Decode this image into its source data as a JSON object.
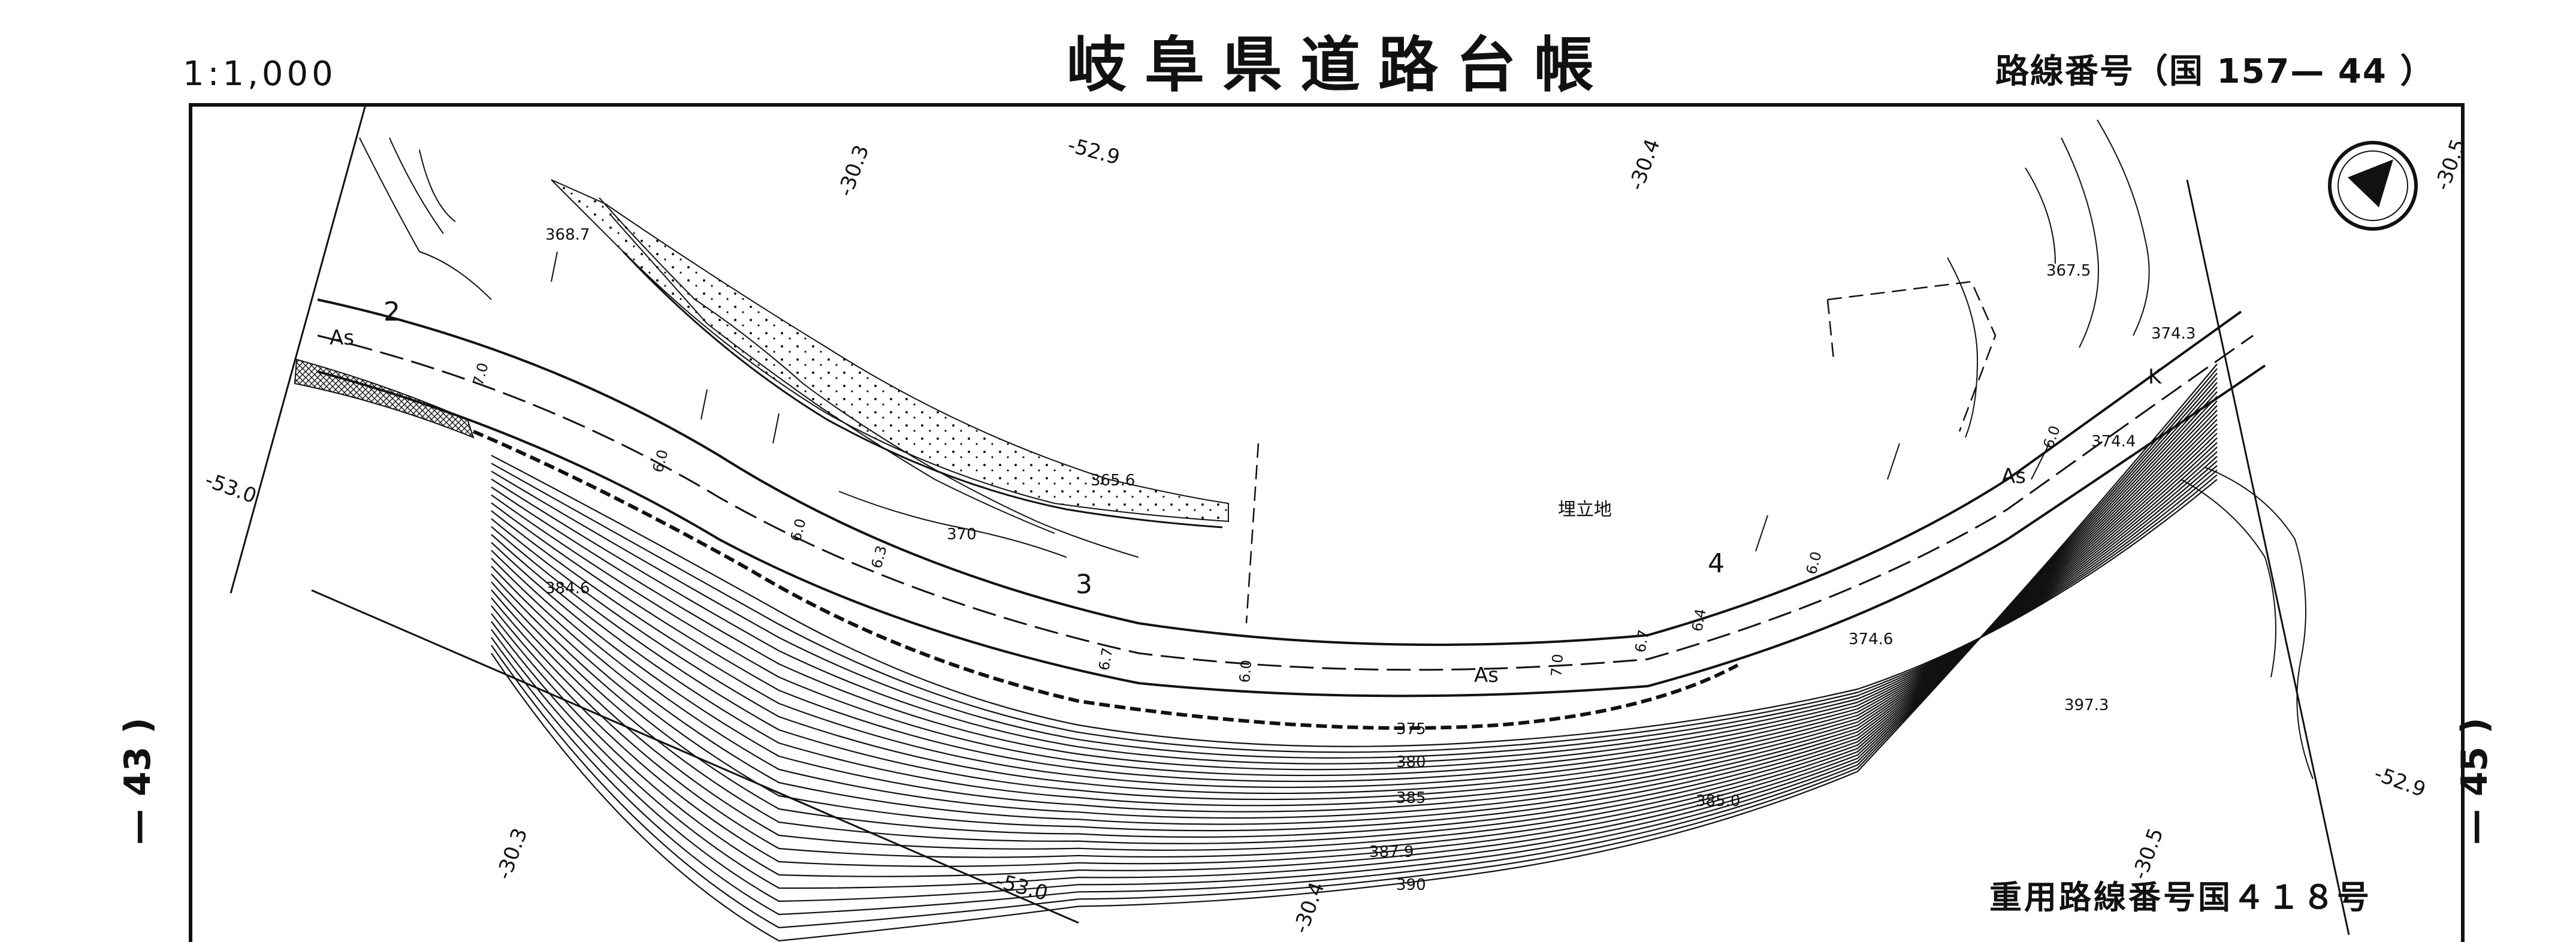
{
  "header": {
    "scale": "1:1,000",
    "title": "岐阜県道路台帳",
    "route_number": "路線番号（国 157— 44 ）"
  },
  "sheet_refs": {
    "left": "— 43 )",
    "right": "— 45 )"
  },
  "secondary_route": "重用路線番号国４１８号",
  "map": {
    "area_label": "埋立地",
    "section_numbers": [
      "2",
      "3",
      "4"
    ],
    "pavement_labels": [
      "As",
      "As",
      "As",
      "K"
    ],
    "grid_refs": [
      "-30.3",
      "-52.9",
      "-30.4",
      "-30.5",
      "-53.0",
      "-30.3",
      "-53.0",
      "-30.4",
      "-30.5",
      "-52.9"
    ],
    "spot_heights": [
      "368.7",
      "365.6",
      "367.5",
      "374.3",
      "374.4",
      "384.6",
      "374.6",
      "397.3",
      "385.0",
      "387.9"
    ],
    "contour_labels": [
      "370",
      "375",
      "380",
      "385",
      "390"
    ],
    "width_labels": [
      "7.0",
      "6.0",
      "6.0",
      "6.3",
      "6.7",
      "6.0",
      "7.0",
      "6.7",
      "6.4",
      "6.0",
      "6.0"
    ]
  },
  "north_arrow": "north-arrow-icon"
}
